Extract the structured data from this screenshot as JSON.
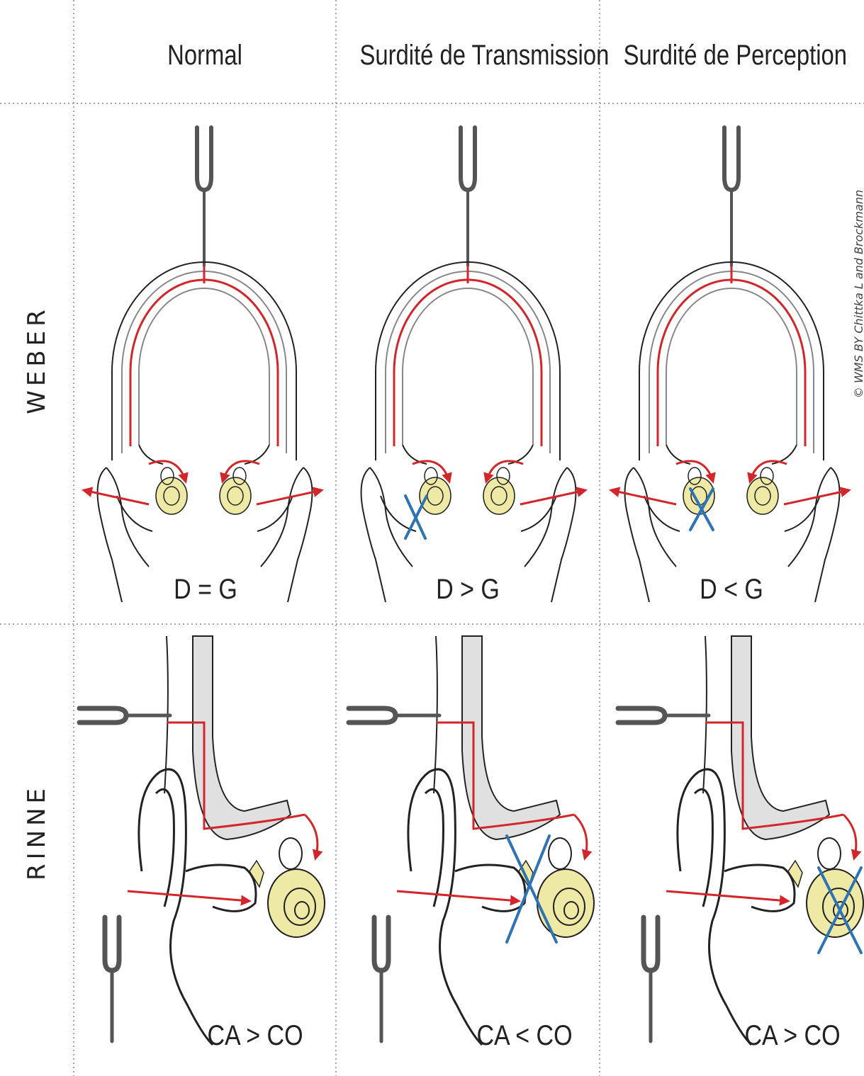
{
  "columns": {
    "normal": "Normal",
    "transmission": "Surdité de Transmission",
    "perception": "Surdité de Perception"
  },
  "rows": {
    "weber": "WEBER",
    "rinne": "RINNE"
  },
  "weber_results": {
    "normal": "D = G",
    "transmission": "D > G",
    "perception": "D < G"
  },
  "rinne_results": {
    "normal": "CA > CO",
    "transmission": "CA < CO",
    "perception": "CA > CO"
  },
  "credit": "© WMS BY Chittka L and Brockmann",
  "colors": {
    "sound_path": "#d3262b",
    "lesion": "#2e74b5",
    "cochlea": "#efe9a6",
    "bone": "#e0e0e0",
    "outline": "#222222",
    "fork": "#555555",
    "divider": "#888888"
  }
}
